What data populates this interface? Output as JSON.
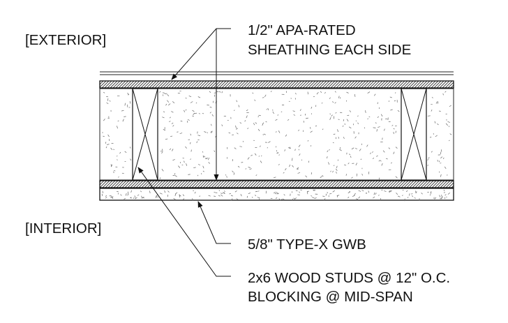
{
  "labels": {
    "exterior": "[EXTERIOR]",
    "interior": "[INTERIOR]"
  },
  "callouts": {
    "sheathing": {
      "line1": "1/2\" APA-RATED",
      "line2": "SHEATHING EACH SIDE"
    },
    "gwb": {
      "line1": "5/8\" TYPE-X GWB"
    },
    "studs": {
      "line1": "2x6 WOOD STUDS @ 12\" O.C.",
      "line2": "BLOCKING @ MID-SPAN"
    }
  },
  "colors": {
    "ink": "#111111",
    "background": "#ffffff"
  }
}
